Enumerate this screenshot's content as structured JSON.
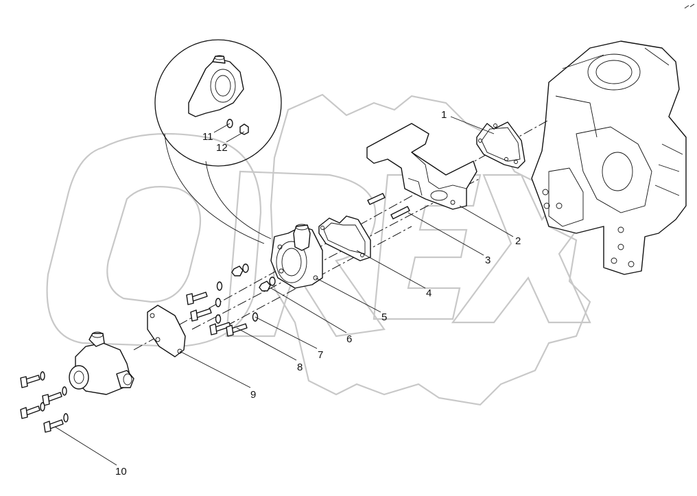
{
  "diagram": {
    "callouts": [
      {
        "id": "1",
        "label": "1"
      },
      {
        "id": "2",
        "label": "2"
      },
      {
        "id": "3",
        "label": "3"
      },
      {
        "id": "4",
        "label": "4"
      },
      {
        "id": "5",
        "label": "5"
      },
      {
        "id": "6",
        "label": "6"
      },
      {
        "id": "7",
        "label": "7"
      },
      {
        "id": "8",
        "label": "8"
      },
      {
        "id": "9",
        "label": "9"
      },
      {
        "id": "10",
        "label": "10"
      },
      {
        "id": "11",
        "label": "11"
      },
      {
        "id": "12",
        "label": "12"
      }
    ],
    "watermark": "OREX",
    "line_color": "#111111",
    "watermark_color": "#c8c8c8"
  }
}
